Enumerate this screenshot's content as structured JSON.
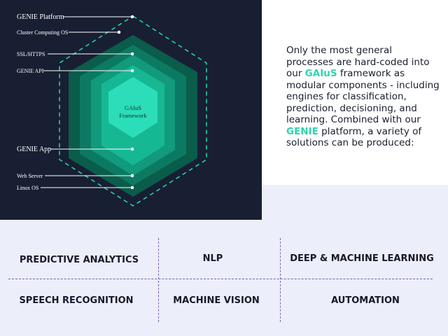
{
  "diagram": {
    "center_label_1": "GAIuS",
    "center_label_2": "Framework",
    "labels": [
      {
        "text": "GENIE Platform"
      },
      {
        "text": "Cluster Computing OS"
      },
      {
        "text": "SSL/HTTPS"
      },
      {
        "text": "GENIE API"
      },
      {
        "text": "GENIE App"
      },
      {
        "text": "Web Server"
      },
      {
        "text": "Linux OS"
      }
    ],
    "colors": {
      "background": "#181f33",
      "layer_outer": "#0a5c4b",
      "layer_2": "#0c7a62",
      "layer_3": "#119a7c",
      "layer_4": "#16b894",
      "core": "#2bddb8",
      "dashed_outline": "#2bd6b0"
    }
  },
  "description": {
    "part1": "Only the most general processes are hard-coded into our ",
    "highlight1": "GAIuS",
    "part2": " framework as modular components - including engines for classification, prediction, decisioning, and learning. Combined with our ",
    "highlight2": "GENIE",
    "part3": " platform, a variety of solutions can be produced:"
  },
  "capabilities": [
    "PREDICTIVE ANALYTICS",
    "NLP",
    "DEEP & MACHINE LEARNING",
    "SPEECH RECOGNITION",
    "MACHINE VISION",
    "AUTOMATION"
  ]
}
